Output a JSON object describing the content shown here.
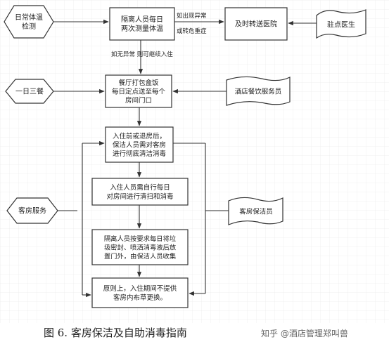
{
  "nodes": {
    "temp_check": [
      "日常体温",
      "检测"
    ],
    "measure_temp": [
      "隔离人员每日",
      "两次测量体温"
    ],
    "hospital": [
      "及时转送医院"
    ],
    "doctor": [
      "驻点医生"
    ],
    "three_meals": [
      "一日三餐"
    ],
    "meal_delivery": [
      "餐厅打包盒饭",
      "每日定点送至每个",
      "房间门口"
    ],
    "catering_staff": [
      "酒店餐饮服务员"
    ],
    "disinfect": [
      "入住前或退房后，",
      "保洁人员需对客房",
      "进行彻底清洁消毒"
    ],
    "self_clean": [
      "入住人员需自行每日",
      "对房间进行清扫和消毒"
    ],
    "room_service": [
      "客房服务"
    ],
    "housekeeper": [
      "客房保洁员"
    ],
    "garbage": [
      "隔离人员按要求每日将垃",
      "圾密封、喷洒消毒液后放",
      "置门外，由保洁人员收集"
    ],
    "no_linen": [
      "原则上，入住期间不提供",
      "客房内布草更换。"
    ]
  },
  "edge_labels": {
    "abnormal": "如出现异常",
    "severe": "或转危重症",
    "normal": "如无异常  则可继续入住"
  },
  "caption": "图 6.  客房保洁及自助消毒指南",
  "watermark_text": "知乎 @酒店管理郑叫兽",
  "colors": {
    "stroke": "#333333",
    "fill": "#ffffff",
    "text": "#222222",
    "grid": "#e6e6e6"
  }
}
